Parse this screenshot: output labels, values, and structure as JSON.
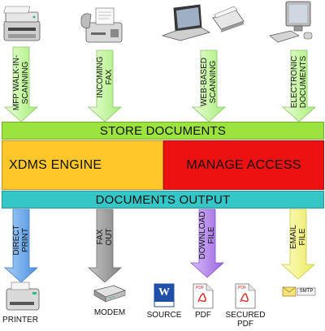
{
  "bands": {
    "store": "STORE DOCUMENTS",
    "engine": "XDMS ENGINE",
    "manage": "MANAGE ACCESS",
    "output": "DOCUMENTS OUTPUT"
  },
  "inputs": [
    {
      "line1": "MFP WALK-IN-",
      "line2": "SCANNING",
      "icon": "mfp-printer-icon"
    },
    {
      "line1": "INCOMING",
      "line2": "FAX",
      "icon": "fax-machine-icon"
    },
    {
      "line1": "WEB-BASED",
      "line2": "SCANNING",
      "icon": "laptop-scanner-icon"
    },
    {
      "line1": "ELECTRONIC",
      "line2": "DOCUMENTS",
      "icon": "desktop-computer-icon"
    }
  ],
  "outputs": [
    {
      "line1": "DIRECT",
      "line2": "PRINT",
      "arrow_color": "#5aa3ef"
    },
    {
      "line1": "FAX",
      "line2": "OUT",
      "arrow_color": "#9a9a9a"
    },
    {
      "line1": "DOWNLOAD",
      "line2": "FILE",
      "arrow_color": "#b07ee8"
    },
    {
      "line1": "EMAIL",
      "line2": "FILE",
      "arrow_color": "#f4f47a"
    }
  ],
  "devices": {
    "printer": "PRINTER",
    "modem": "MODEM",
    "source": "SOURCE",
    "pdf": "PDF",
    "secured_pdf_1": "SECURED",
    "secured_pdf_2": "PDF",
    "smtp": "SMTP",
    "word_letter": "W",
    "pdf_tag": "PDF"
  },
  "colors": {
    "store": "#9be33f",
    "engine": "#ffc72a",
    "manage": "#ee1111",
    "output": "#35c6c8",
    "input_arrow": "#c8f7a6"
  }
}
